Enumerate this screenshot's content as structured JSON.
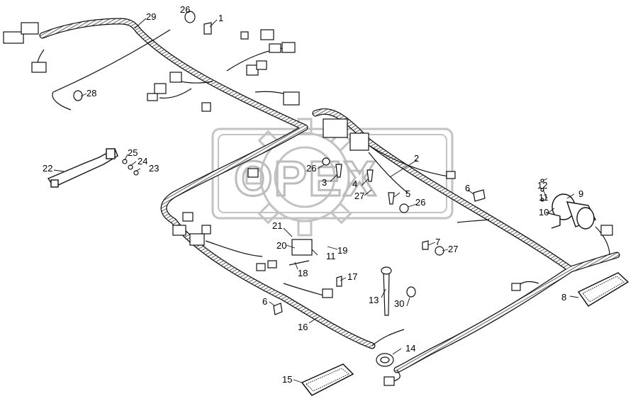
{
  "watermark": {
    "text": "OPEX"
  },
  "callouts": [
    {
      "id": "c1",
      "label": "1"
    },
    {
      "id": "c2",
      "label": "2"
    },
    {
      "id": "c3",
      "label": "3"
    },
    {
      "id": "c4",
      "label": "4"
    },
    {
      "id": "c5",
      "label": "5"
    },
    {
      "id": "c6a",
      "label": "6"
    },
    {
      "id": "c6b",
      "label": "6"
    },
    {
      "id": "c7",
      "label": "7"
    },
    {
      "id": "c8",
      "label": "8"
    },
    {
      "id": "c9",
      "label": "9"
    },
    {
      "id": "c10",
      "label": "10"
    },
    {
      "id": "c11a",
      "label": "11"
    },
    {
      "id": "c11b",
      "label": "11"
    },
    {
      "id": "c12",
      "label": "12"
    },
    {
      "id": "c13",
      "label": "13"
    },
    {
      "id": "c14",
      "label": "14"
    },
    {
      "id": "c15",
      "label": "15"
    },
    {
      "id": "c16",
      "label": "16"
    },
    {
      "id": "c17",
      "label": "17"
    },
    {
      "id": "c18",
      "label": "18"
    },
    {
      "id": "c19",
      "label": "19"
    },
    {
      "id": "c20",
      "label": "20"
    },
    {
      "id": "c21",
      "label": "21"
    },
    {
      "id": "c22",
      "label": "22"
    },
    {
      "id": "c23",
      "label": "23"
    },
    {
      "id": "c24",
      "label": "24"
    },
    {
      "id": "c25",
      "label": "25"
    },
    {
      "id": "c26a",
      "label": "26"
    },
    {
      "id": "c26b",
      "label": "26"
    },
    {
      "id": "c26c",
      "label": "26"
    },
    {
      "id": "c27a",
      "label": "27"
    },
    {
      "id": "c27b",
      "label": "27"
    },
    {
      "id": "c28",
      "label": "28"
    },
    {
      "id": "c29",
      "label": "29"
    },
    {
      "id": "c30",
      "label": "30"
    }
  ]
}
